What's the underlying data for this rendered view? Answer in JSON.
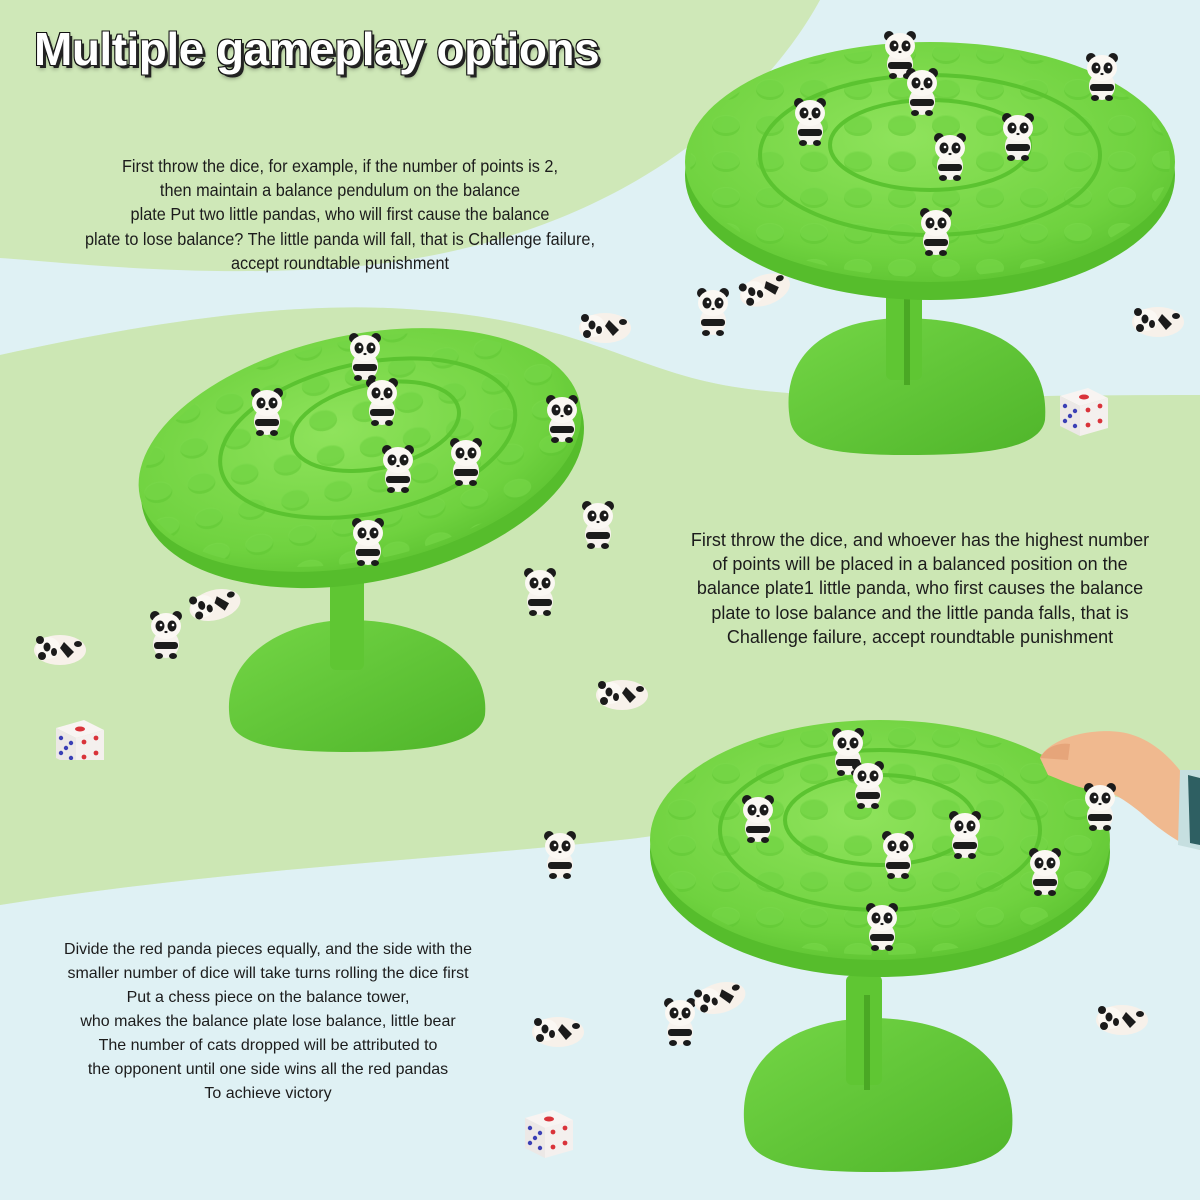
{
  "header": {
    "title": "Multiple gameplay options"
  },
  "sections": [
    {
      "id": "mode-1",
      "lines": [
        "First throw the dice, for example, if the number of points is 2,",
        "then maintain a balance pendulum on the balance",
        "plate Put two little pandas, who will first cause the balance",
        "plate to lose balance? The little panda will fall, that is Challenge failure,",
        "accept roundtable punishment"
      ]
    },
    {
      "id": "mode-2",
      "lines": [
        "First throw the dice, and whoever has the highest number",
        "of points will be placed in a balanced position on the",
        "balance plate1 little panda, who first causes the balance",
        "plate to lose balance and the little panda falls, that is",
        "Challenge failure, accept roundtable punishment"
      ]
    },
    {
      "id": "mode-3",
      "lines": [
        "Divide the red panda pieces equally, and the side with the",
        "smaller number of dice will take turns rolling the dice first",
        "Put a chess piece on the balance tower,",
        "who makes the balance plate lose balance, little bear",
        "The number of cats dropped will be attributed to",
        "the opponent until one side wins all the red pandas",
        "To achieve victory"
      ]
    }
  ],
  "images": {
    "scene_1": "green balance table with panda figures and dice (top right)",
    "scene_2": "tilted green balance table with panda figures and dice (middle left)",
    "scene_3": "green balance table with hand placing a panda (bottom right)"
  },
  "colors": {
    "bg_blue": "#dff1f4",
    "bg_green": "#cfe8b8",
    "table_green": "#6fd23f",
    "table_dark": "#4fb52a",
    "text": "#1c1c1c",
    "dice_red": "#d9333a",
    "dice_blue": "#3a3fb5"
  }
}
